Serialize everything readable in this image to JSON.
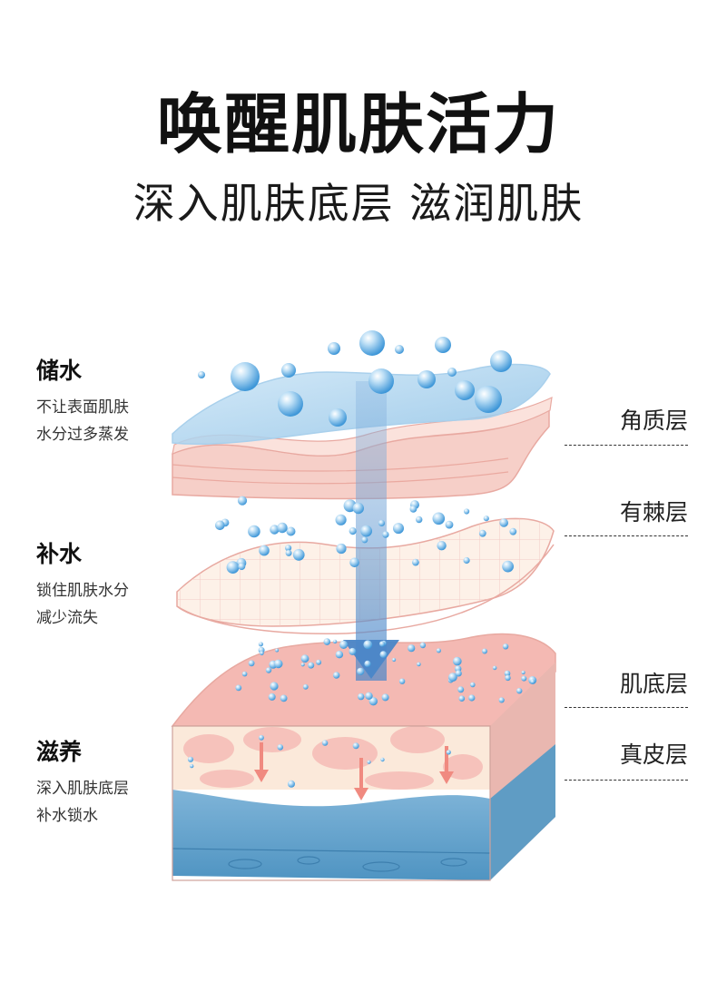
{
  "header": {
    "title": "唤醒肌肤活力",
    "subtitle": "深入肌肤底层 滋润肌肤"
  },
  "features": [
    {
      "title": "储水",
      "lines": [
        "不让表面肌肤",
        "水分过多蒸发"
      ]
    },
    {
      "title": "补水",
      "lines": [
        "锁住肌肤水分",
        "减少流失"
      ]
    },
    {
      "title": "滋养",
      "lines": [
        "深入肌肤底层",
        "补水锁水"
      ]
    }
  ],
  "layers": [
    {
      "label": "角质层"
    },
    {
      "label": "有棘层"
    },
    {
      "label": "肌底层"
    },
    {
      "label": "真皮层"
    }
  ],
  "colors": {
    "water_blue": "#9fcdec",
    "skin_pink": "#f6c9c3",
    "cream": "#fbece0",
    "dermis_blue": "#5d9fc7",
    "arrow_blue": "#6f9fd0",
    "arrow_red": "#f08a80"
  }
}
